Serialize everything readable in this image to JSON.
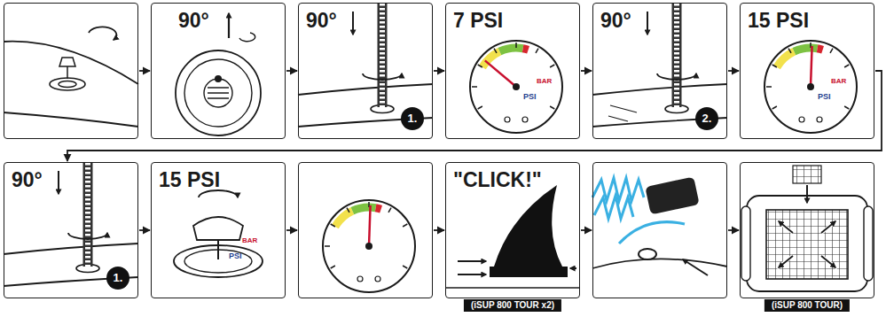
{
  "diagram": {
    "nodes": [
      {
        "text": []
      },
      {
        "text": [
          "90°"
        ]
      },
      {
        "text": [
          "90°"
        ]
      },
      {
        "text": [
          "7 PSI"
        ]
      },
      {
        "text": [
          "90°"
        ]
      },
      {
        "text": [
          "15 PSI"
        ]
      },
      {
        "text": [
          "90°"
        ]
      },
      {
        "text": [
          "15 PSI"
        ]
      },
      {
        "text": []
      },
      {
        "text": [
          "\"CLICK!\"",
          "(iSUP 800 TOUR x2)"
        ]
      },
      {
        "text": []
      },
      {
        "text": [
          "(iSUP 800 TOUR)"
        ]
      }
    ],
    "edges": [
      {
        "from": 0,
        "to": 1,
        "arrow": "to"
      },
      {
        "from": 1,
        "to": 2,
        "arrow": "to"
      },
      {
        "from": 2,
        "to": 3,
        "arrow": "to"
      },
      {
        "from": 3,
        "to": 4,
        "arrow": "to"
      },
      {
        "from": 4,
        "to": 5,
        "arrow": "to"
      },
      {
        "from": 5,
        "to": 6,
        "arrow": "to"
      },
      {
        "from": 6,
        "to": 7,
        "arrow": "to"
      },
      {
        "from": 7,
        "to": 8,
        "arrow": "to"
      },
      {
        "from": 8,
        "to": 9,
        "arrow": "to"
      },
      {
        "from": 9,
        "to": 10,
        "arrow": "to"
      },
      {
        "from": 10,
        "to": 11,
        "arrow": "to"
      }
    ],
    "labels": [
      "1.",
      "PSI",
      "BAR",
      "2.",
      "PSI",
      "BAR",
      "1.",
      "PSI",
      "BAR"
    ]
  }
}
